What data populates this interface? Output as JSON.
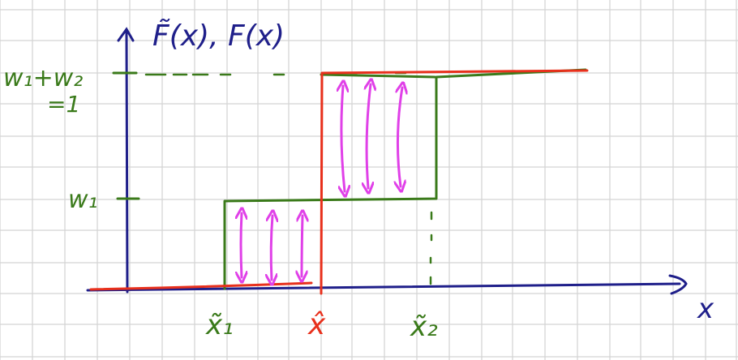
{
  "diagram": {
    "title": "F̃(x), F(x)",
    "x_axis_label": "x",
    "y_tick_top_label_line1": "w₁+w₂",
    "y_tick_top_label_line2": "=1",
    "y_tick_mid_label": "w₁",
    "x_tick_labels": {
      "x1_tilde": "x̃₁",
      "x_hat": "x̂",
      "x2_tilde": "x̃₂"
    },
    "colors": {
      "grid": "#d3d3d3",
      "axes": "#1f1f8a",
      "step_tilde": "#3a7a1a",
      "step_hat": "#e8301c",
      "arrows": "#e040e8"
    }
  }
}
